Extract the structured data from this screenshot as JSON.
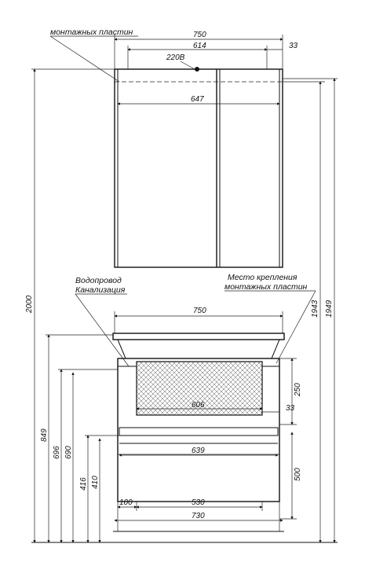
{
  "notes": {
    "top_mount": "монтажных пластин",
    "water_1": "Водопровод",
    "water_2": "Канализация",
    "mount_1": "Место крепления",
    "mount_2": "монтажных пластин",
    "socket": "220В"
  },
  "dimensions": {
    "mirror_width": "750",
    "mirror_inner": "614",
    "mirror_offset": "33",
    "mirror_panel": "647",
    "sink_width": "750",
    "basket_width": "606",
    "basket_offset": "33",
    "shelf_width": "639",
    "leg_gap": "100",
    "leg_span": "530",
    "base_width": "730",
    "h_2000": "2000",
    "h_1943": "1943",
    "h_1949": "1949",
    "h_849": "849",
    "h_696": "696",
    "h_690": "690",
    "h_416": "416",
    "h_410": "410",
    "h_250": "250",
    "h_500": "500"
  }
}
